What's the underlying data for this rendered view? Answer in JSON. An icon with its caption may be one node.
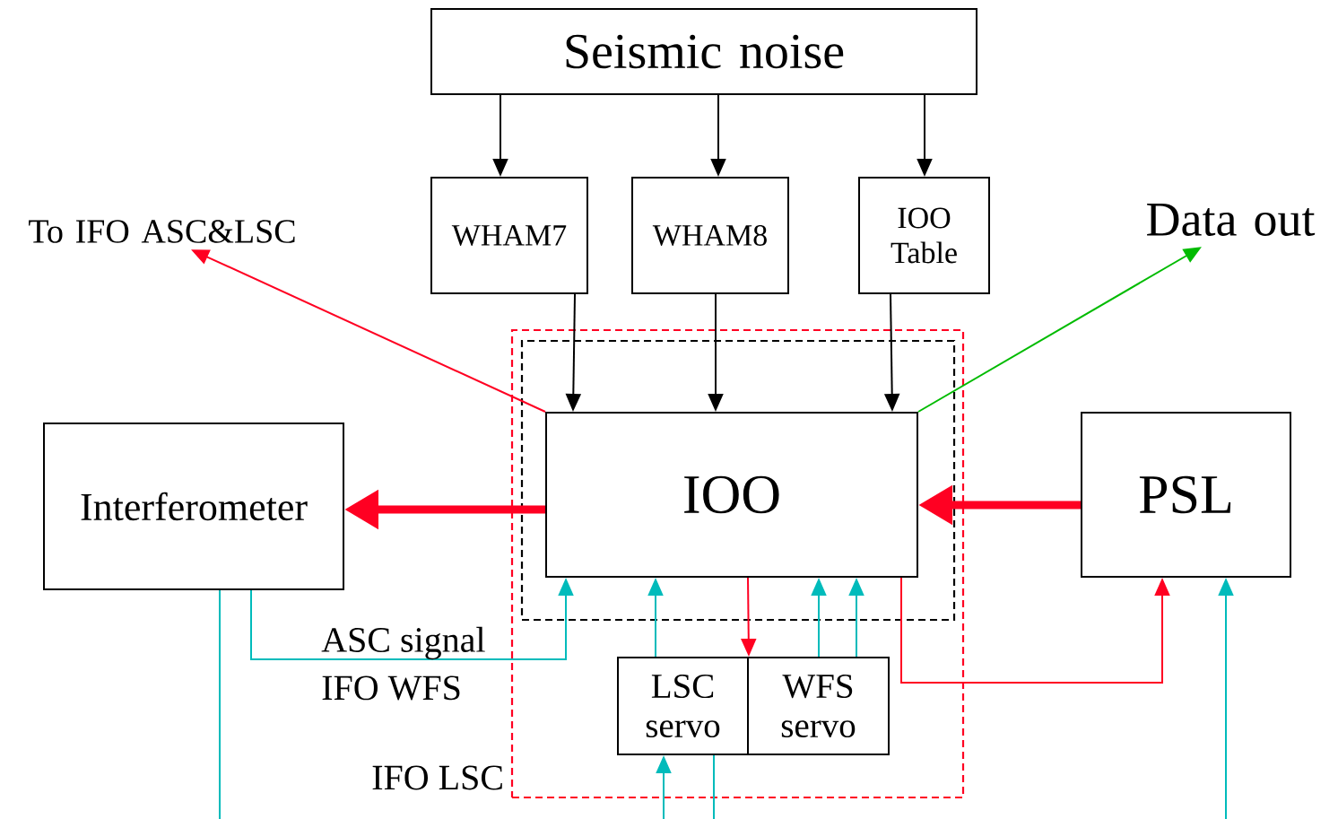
{
  "diagram": {
    "nodes": [
      {
        "text": [
          "Seismic noise"
        ]
      },
      {
        "text": [
          "WHAM7"
        ]
      },
      {
        "text": [
          "WHAM8"
        ]
      },
      {
        "text": [
          "IOO Table"
        ]
      },
      {
        "text": [
          "Data out"
        ]
      },
      {
        "text": [
          "To IFO ASC&LSC"
        ]
      },
      {
        "text": [],
        "shape": "box"
      },
      {
        "text": [],
        "shape": "box",
        "in": 6
      },
      {
        "text": [
          "IOO"
        ],
        "in": 7
      },
      {
        "text": [
          "Interferometer"
        ]
      },
      {
        "text": [
          "PSL"
        ]
      },
      {
        "text": [
          "LSC servo"
        ],
        "in": 6
      },
      {
        "text": [
          "WFS servo"
        ],
        "in": 6
      }
    ],
    "edges": [
      {
        "from": 0,
        "to": 1,
        "arrow": "to",
        "color": "#000000"
      },
      {
        "from": 0,
        "to": 2,
        "arrow": "to",
        "color": "#000000"
      },
      {
        "from": 0,
        "to": 3,
        "arrow": "to",
        "color": "#000000"
      },
      {
        "from": 1,
        "to": 8,
        "arrow": "to",
        "color": "#000000"
      },
      {
        "from": 2,
        "to": 8,
        "arrow": "to",
        "color": "#000000"
      },
      {
        "from": 3,
        "to": 8,
        "arrow": "to",
        "color": "#000000"
      },
      {
        "from": 8,
        "to": 5,
        "arrow": "to",
        "color": "#ff0022"
      },
      {
        "from": 8,
        "to": 4,
        "arrow": "to",
        "color": "#00bb00"
      },
      {
        "from": 8,
        "to": 9,
        "arrow": "to",
        "style": "thick",
        "color": "#ff0022"
      },
      {
        "from": 10,
        "to": 8,
        "arrow": "to",
        "style": "thick",
        "color": "#ff0022"
      },
      {
        "from": 9,
        "to": 8,
        "arrow": "to"
      },
      {
        "from": 11,
        "to": 8,
        "arrow": "to"
      },
      {
        "from": 12,
        "to": 8,
        "arrow": "to"
      },
      {
        "from": 12,
        "to": 8,
        "arrow": "to"
      },
      {
        "from": 8,
        "to": 11,
        "arrow": "to",
        "color": "#ff0022"
      },
      {
        "from": 8,
        "to": 10,
        "arrow": "to",
        "color": "#ff0022"
      },
      {
        "from": null,
        "to": 11,
        "arrow": "to"
      },
      {
        "from": 11,
        "to": null,
        "arrow": "none"
      },
      {
        "from": 9,
        "to": null,
        "arrow": "none"
      },
      {
        "from": null,
        "to": 10,
        "arrow": "to"
      }
    ],
    "labels": [
      "ASC signal",
      "IFO WFS",
      "IFO LSC"
    ]
  }
}
